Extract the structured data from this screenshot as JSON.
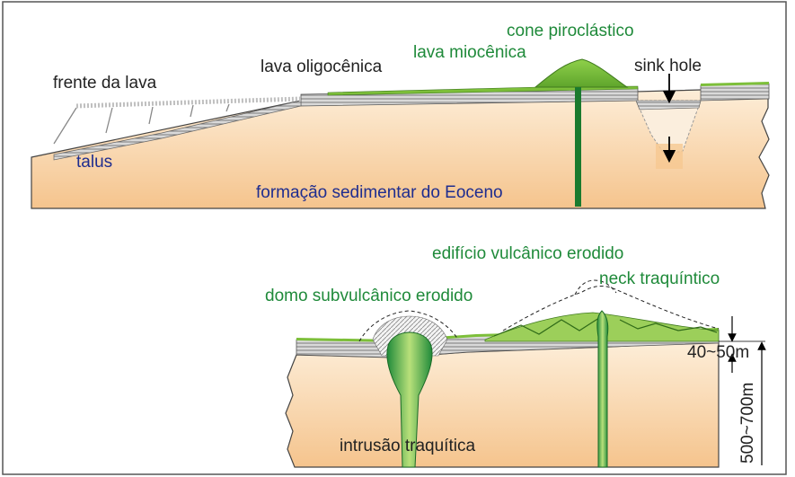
{
  "top_section": {
    "labels": {
      "frente_da_lava": "frente da lava",
      "lava_oligocenica": "lava oligocênica",
      "lava_miocenica": "lava miocênica",
      "cone_piroclastico": "cone piroclástico",
      "sink_hole": "sink hole",
      "talus": "talus",
      "formacao": "formação sedimentar do Eoceno"
    }
  },
  "bottom_section": {
    "labels": {
      "edificio": "edifício vulcânico erodido",
      "neck": "neck traquíntico",
      "domo": "domo subvulcânico erodido",
      "intrusao": "intrusão traquítica",
      "thickness_upper": "40~50m",
      "thickness_lower": "500~700m"
    }
  },
  "colors": {
    "sediment_top": "#fbe3c4",
    "sediment_bottom": "#f6c48e",
    "green_label": "#1f8a3a",
    "blue_label": "#1e2d8f",
    "lava_green": "#7dbf3a",
    "dark_green": "#1a7a2e",
    "lava_grey": "#8c8c8c"
  }
}
